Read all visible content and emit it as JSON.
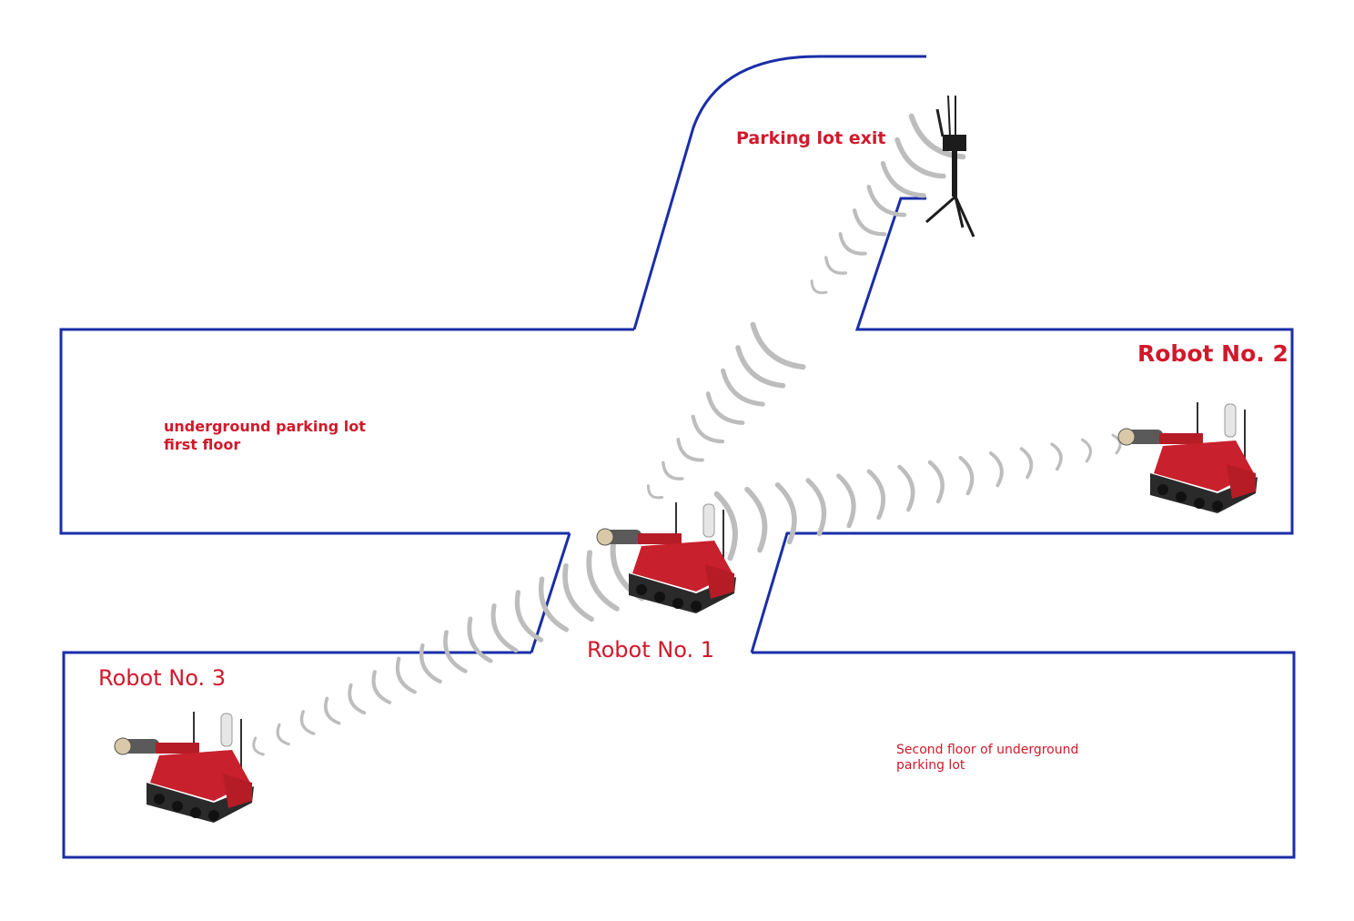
{
  "labels": {
    "exit": "Parking lot exit",
    "floor1_line1": "underground parking lot",
    "floor1_line2": "first floor",
    "floor2_line1": "Second floor of underground",
    "floor2_line2": "parking lot",
    "robot1": "Robot No. 1",
    "robot2": "Robot No. 2",
    "robot3": "Robot No. 3"
  },
  "colors": {
    "outline": "#1a2ea8",
    "label": "#d1192b",
    "signal": "#bdbdbd",
    "robot_body": "#c8202c",
    "robot_track": "#2a2a2a"
  },
  "icons": {
    "robot": "firefighting-robot-icon",
    "relay": "tripod-relay-icon",
    "signal": "wireless-signal-icon"
  }
}
